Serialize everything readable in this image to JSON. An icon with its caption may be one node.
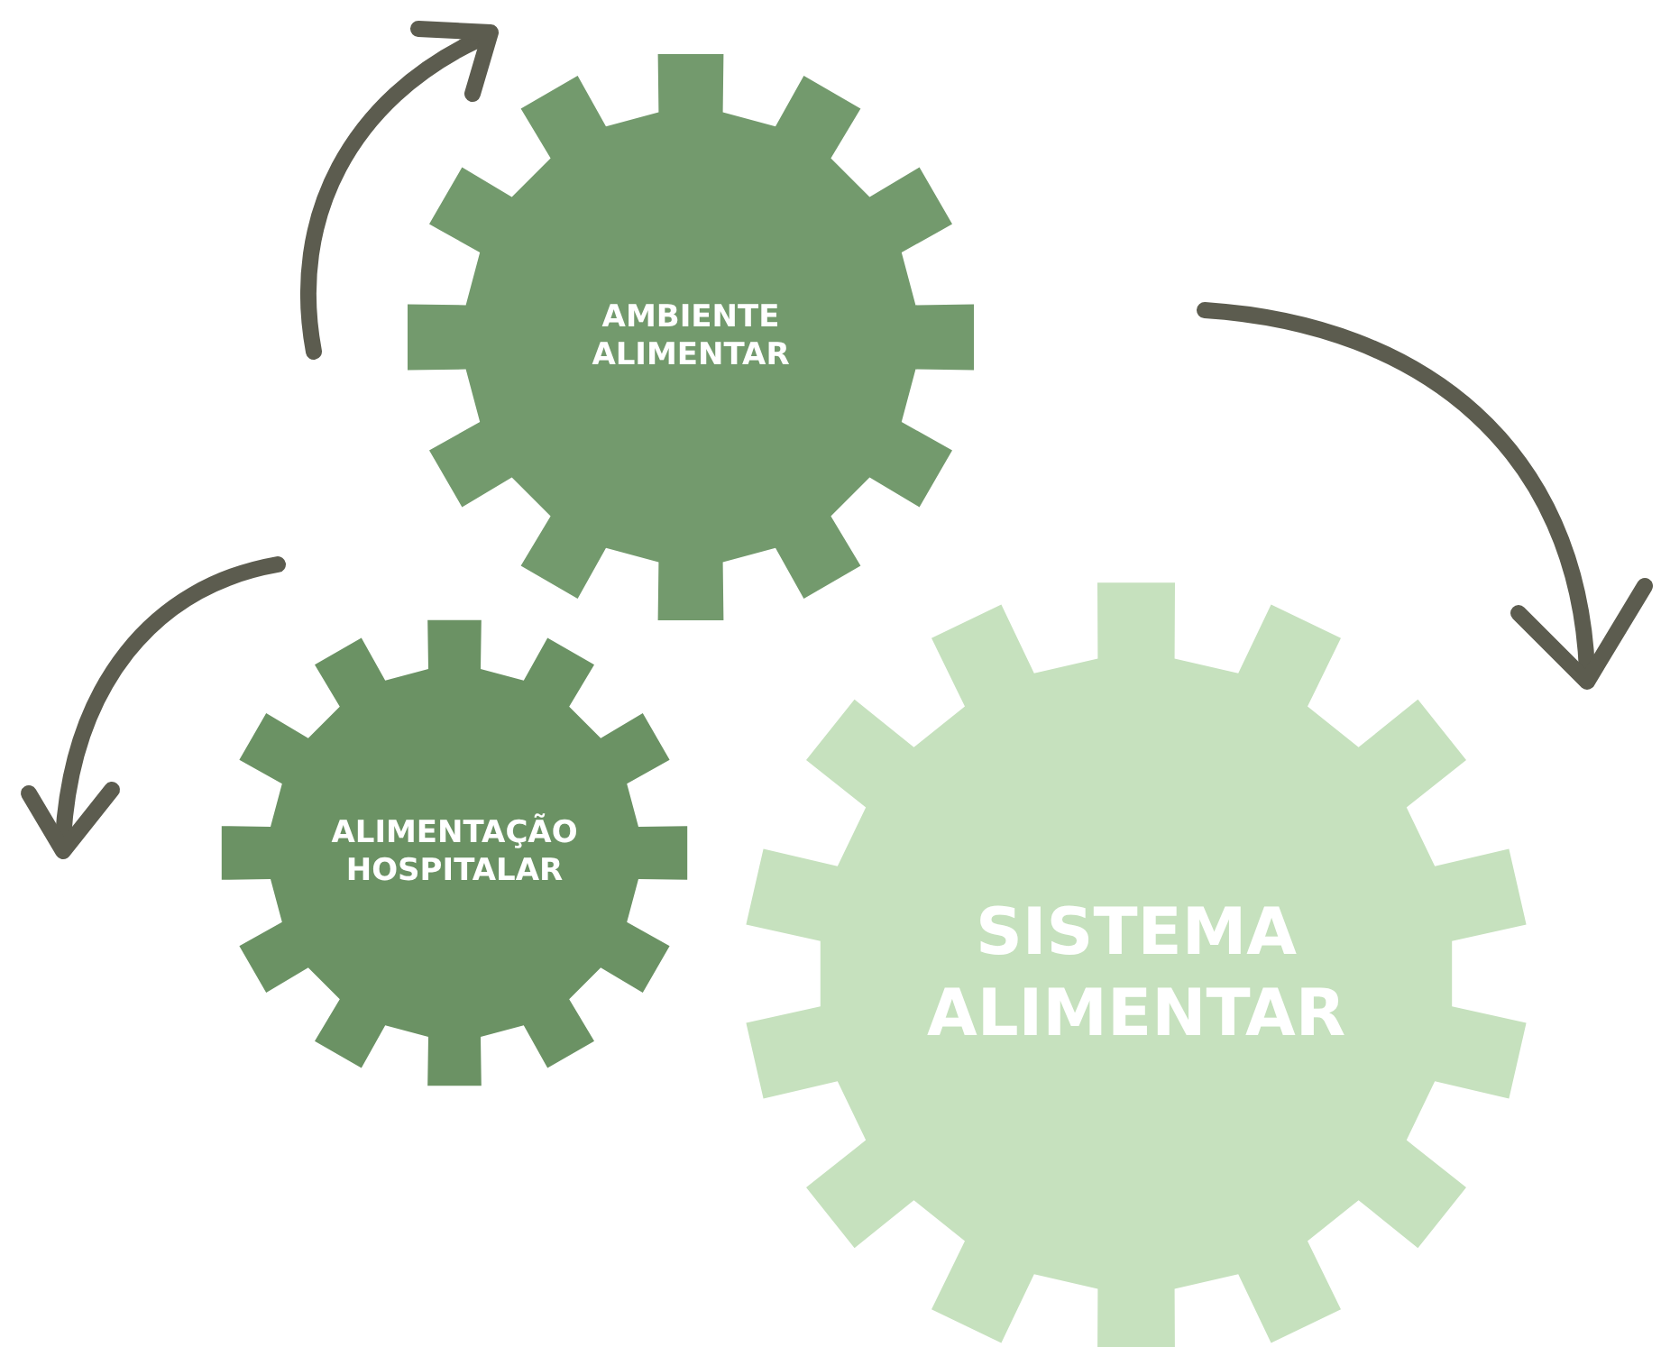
{
  "diagram": {
    "nodes": [
      {
        "text": [
          "AMBIENTE ALIMENTAR"
        ]
      },
      {
        "text": [
          "ALIMENTAÇÃO HOSPITALAR"
        ]
      },
      {
        "text": [
          "SISTEMA ALIMENTAR"
        ]
      }
    ]
  }
}
